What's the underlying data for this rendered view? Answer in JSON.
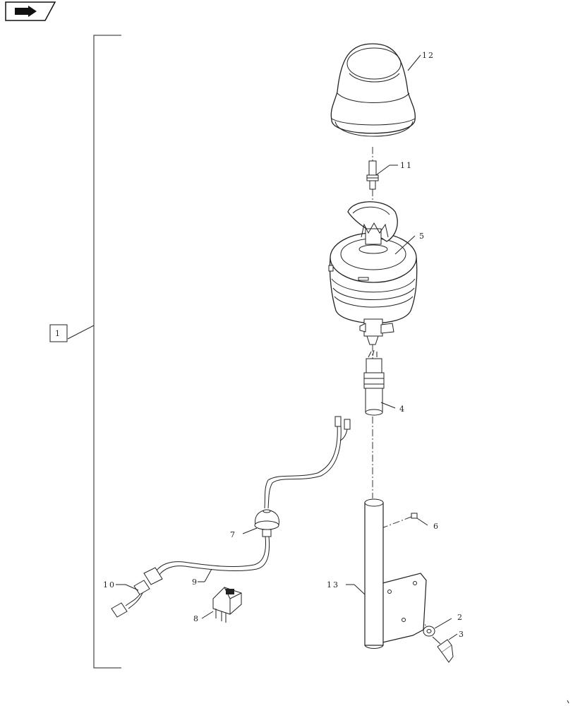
{
  "header": {
    "nav_icon": "arrow-next-icon"
  },
  "callouts": {
    "c1": "1",
    "c2": "2",
    "c3": "3",
    "c4": "4",
    "c5": "5",
    "c6": "6",
    "c7": "7",
    "c8": "8",
    "c9": "9",
    "c10": "10",
    "c11": "11",
    "c12": "12",
    "c13": "13"
  }
}
